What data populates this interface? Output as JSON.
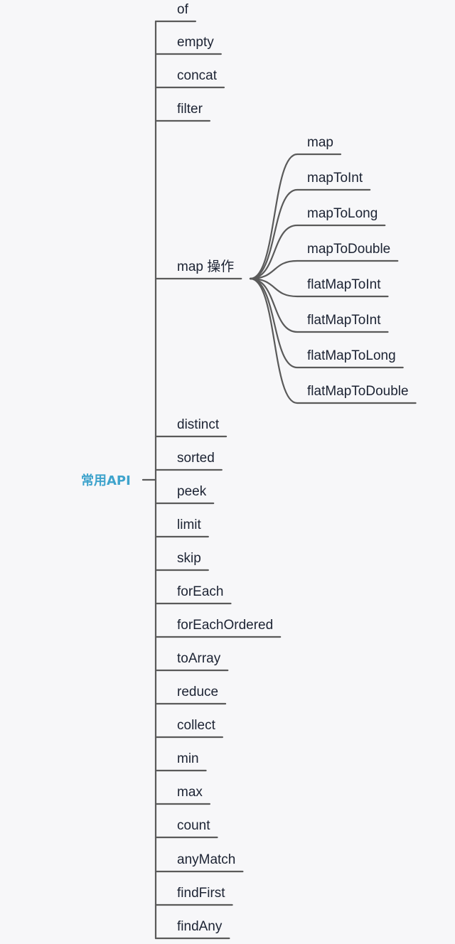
{
  "root": {
    "label": "常用API",
    "color": "#3ea3cc"
  },
  "line_color": "#5a5a5a",
  "text_color": "#1c2333",
  "background": "#f7f7f9",
  "nodes": [
    {
      "label": "of"
    },
    {
      "label": "empty"
    },
    {
      "label": "concat"
    },
    {
      "label": "filter"
    },
    {
      "label": "map 操作",
      "children": [
        {
          "label": "map"
        },
        {
          "label": "mapToInt"
        },
        {
          "label": "mapToLong"
        },
        {
          "label": "mapToDouble"
        },
        {
          "label": "flatMapToInt"
        },
        {
          "label": "flatMapToInt"
        },
        {
          "label": "flatMapToLong"
        },
        {
          "label": "flatMapToDouble"
        }
      ]
    },
    {
      "label": "distinct"
    },
    {
      "label": "sorted"
    },
    {
      "label": "peek"
    },
    {
      "label": "limit"
    },
    {
      "label": "skip"
    },
    {
      "label": "forEach"
    },
    {
      "label": "forEachOrdered"
    },
    {
      "label": "toArray"
    },
    {
      "label": "reduce"
    },
    {
      "label": "collect"
    },
    {
      "label": "min"
    },
    {
      "label": "max"
    },
    {
      "label": "count"
    },
    {
      "label": "anyMatch"
    },
    {
      "label": "findFirst"
    },
    {
      "label": "findAny"
    }
  ]
}
